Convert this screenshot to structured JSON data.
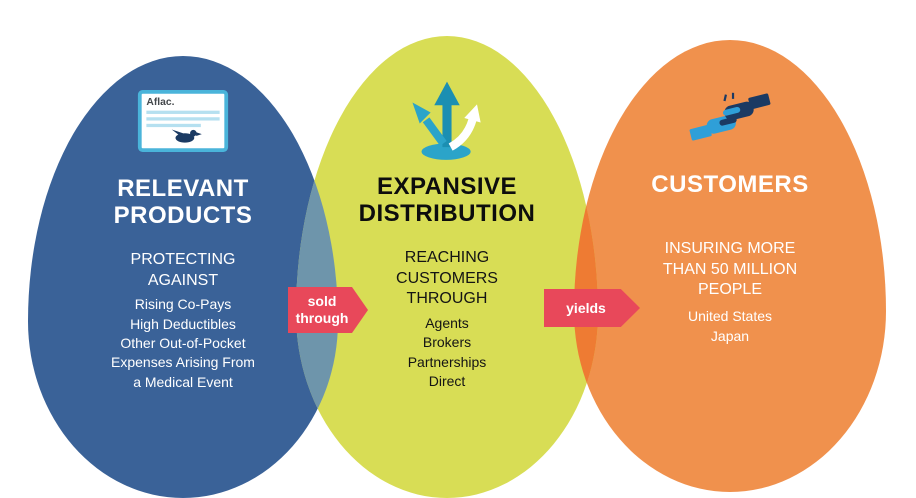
{
  "diagram": {
    "connectors": {
      "sold_through_label": "sold\nthrough",
      "yields_label": "yields"
    },
    "colors": {
      "egg_left": "#3a6298",
      "egg_middle": "#d8dd55",
      "egg_right": "#f0914d",
      "overlap_left": "#6e95ab",
      "overlap_right": "#ee7b33",
      "arrow": "#e8485a",
      "icon_teal": "#2ba4c9",
      "icon_dark_teal": "#1b8fb2",
      "icon_navy": "#1b3a63",
      "icon_light_blue": "#2f9fd8"
    },
    "eggs": {
      "left": {
        "icon": "aflac-policy-card-icon",
        "icon_label": "Aflac.",
        "title": "RELEVANT\nPRODUCTS",
        "subtitle": "PROTECTING\nAGAINST",
        "items": [
          "Rising Co-Pays",
          "High Deductibles",
          "Other Out-of-Pocket",
          "Expenses Arising From",
          "a Medical Event"
        ]
      },
      "middle": {
        "icon": "branching-arrows-icon",
        "title": "EXPANSIVE\nDISTRIBUTION",
        "subtitle": "REACHING\nCUSTOMERS\nTHROUGH",
        "items": [
          "Agents",
          "Brokers",
          "Partnerships",
          "Direct"
        ]
      },
      "right": {
        "icon": "handshake-icon",
        "title": "CUSTOMERS",
        "subtitle": "INSURING MORE\nTHAN 50 MILLION\nPEOPLE",
        "items": [
          "United States",
          "Japan"
        ]
      }
    }
  }
}
